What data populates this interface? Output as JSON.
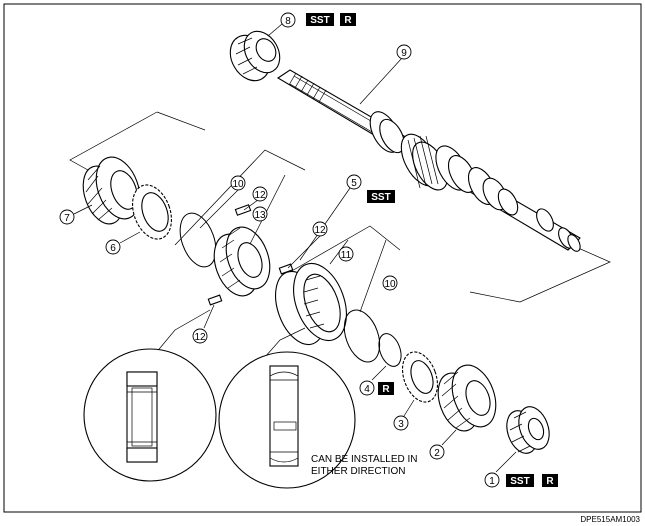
{
  "callouts": {
    "c1": "1",
    "c2": "2",
    "c3": "3",
    "c4": "4",
    "c5": "5",
    "c6": "6",
    "c7": "7",
    "c8": "8",
    "c9": "9",
    "c10a": "10",
    "c10b": "10",
    "c11": "11",
    "c12a": "12",
    "c12b": "12",
    "c12c": "12",
    "c13": "13"
  },
  "badges": {
    "sst": "SST",
    "r": "R"
  },
  "note": {
    "line1": "CAN BE INSTALLED IN",
    "line2": "EITHER DIRECTION"
  },
  "figure_code": "DPE515AM1003"
}
